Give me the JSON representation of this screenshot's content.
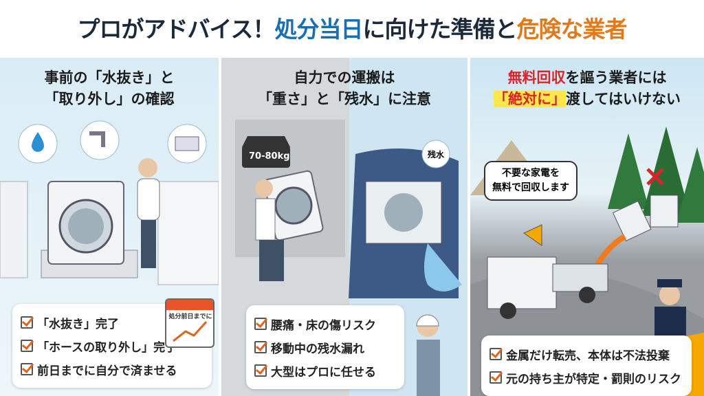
{
  "title": {
    "part1": "プロがアドバイス！",
    "part2": "処分当日",
    "part3": "に向けた準備と",
    "part4": "危険な業者"
  },
  "panels": [
    {
      "heading_line1": "事前の「水抜き」と",
      "heading_line2": "「取り外し」の確認",
      "calendar_label": "処分前日までに",
      "items": [
        "「水抜き」完了",
        "「ホースの取り外し」完了",
        "前日までに自分で済ませる"
      ]
    },
    {
      "heading_line1": "自力での運搬は",
      "heading_line2": "「重さ」と「残水」に注意",
      "weight_label": "70-80kg",
      "water_label": "残水",
      "items": [
        "腰痛・床の傷リスク",
        "移動中の残水漏れ",
        "大型はプロに任せる"
      ]
    },
    {
      "heading_line1_red": "無料回収",
      "heading_line1_rest": "を謳う業者には",
      "heading_line2_red": "「絶対に」",
      "heading_line2_rest": "渡してはいけない",
      "speech_line1": "不要な家電を",
      "speech_line2": "無料で回収します",
      "items": [
        "金属だけ転売、本体は不法投棄",
        "元の持ち主が特定・罰則のリスク"
      ]
    }
  ],
  "colors": {
    "accent_blue": "#1a6fb0",
    "accent_orange": "#e07a1c",
    "warning_red": "#d8242a",
    "check": "#e2641c",
    "road_yellow": "#f5a800"
  }
}
